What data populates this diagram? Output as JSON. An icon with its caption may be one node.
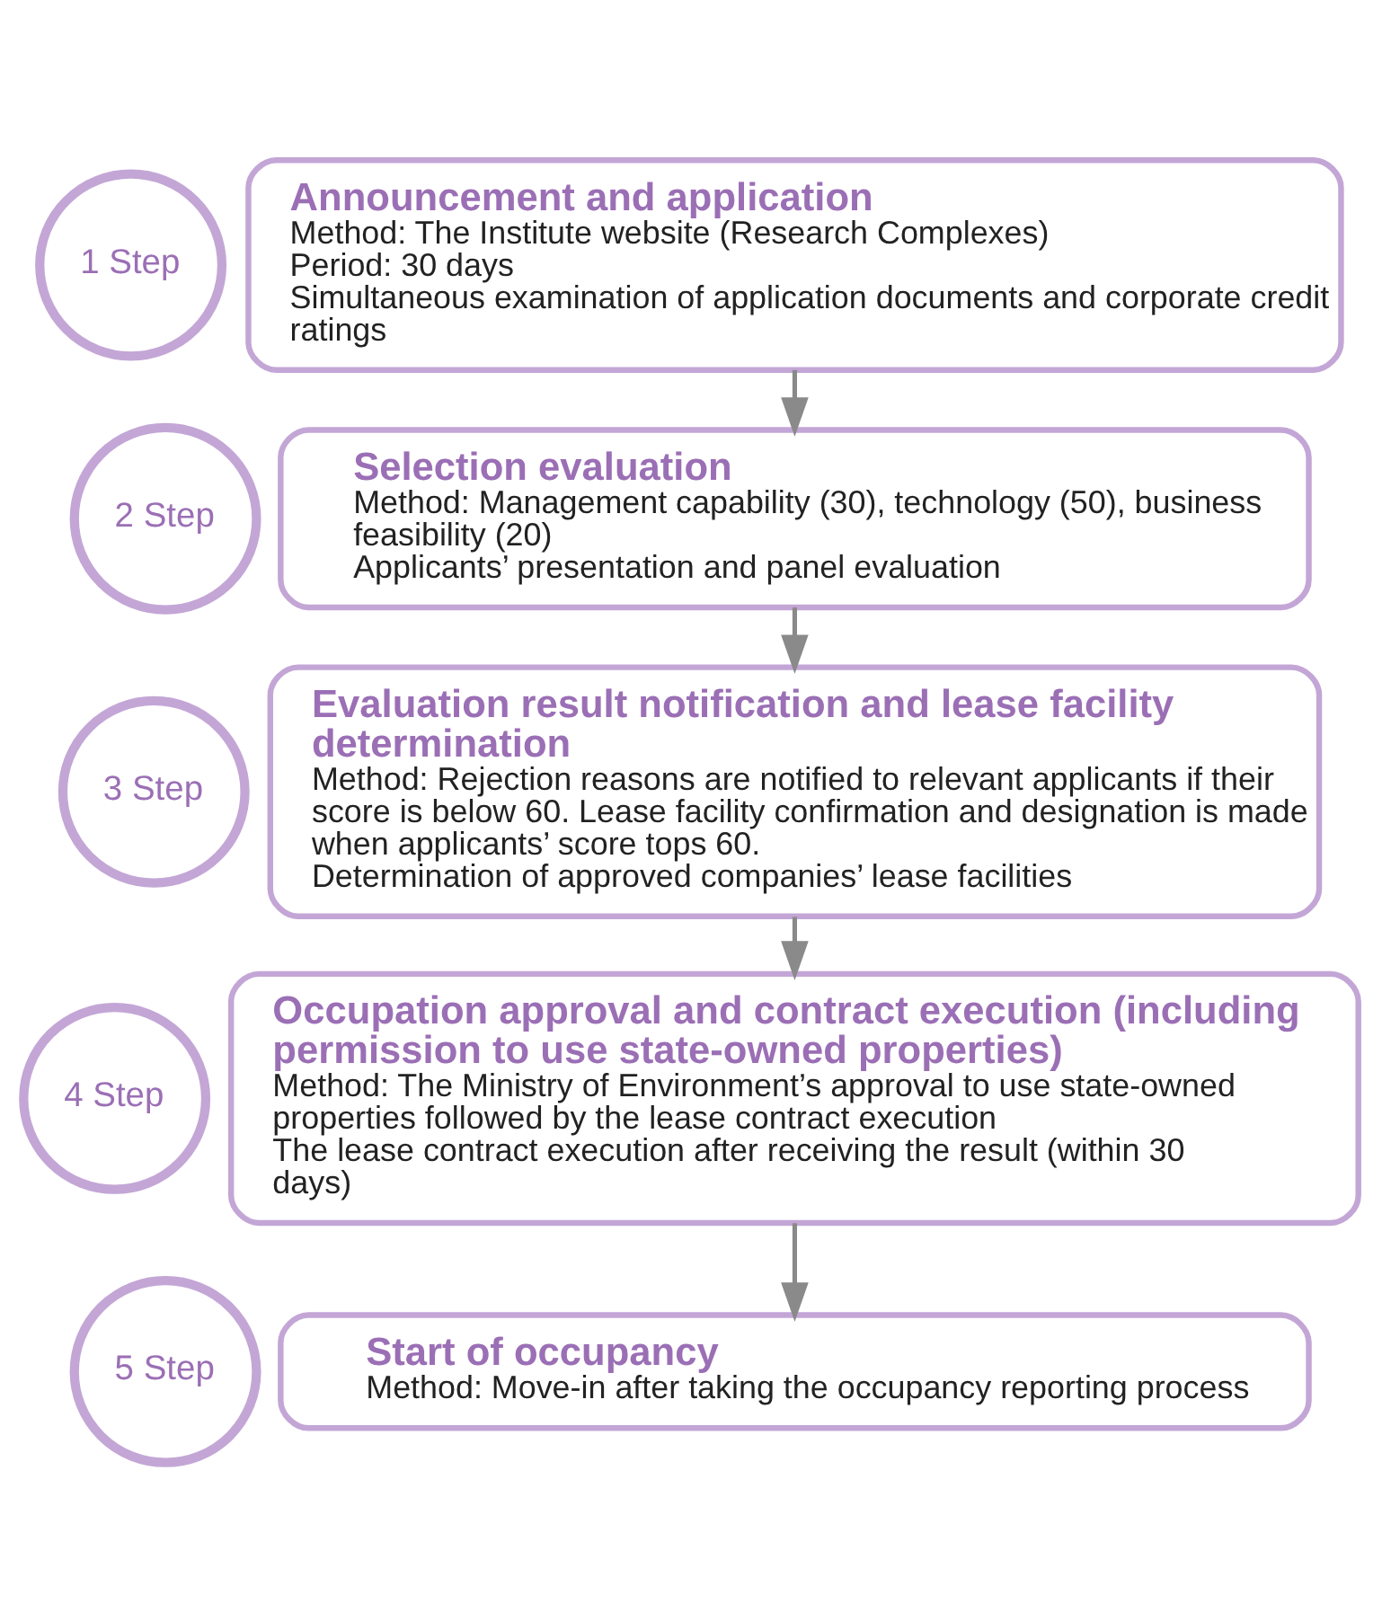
{
  "diagram": {
    "nodes": [
      {
        "text": [
          "1 Step"
        ]
      },
      {
        "text": [
          "Announcement and application",
          "Method: The Institute website (Research Complexes)",
          "Period: 30 days",
          "Simultaneous examination of application documents and corporate credit ratings"
        ]
      },
      {
        "text": [
          "2 Step"
        ]
      },
      {
        "text": [
          "Selection evaluation",
          "Method: Management capability (30), technology (50), business feasibility (20)",
          "Applicants’ presentation and panel evaluation"
        ]
      },
      {
        "text": [
          "3 Step"
        ]
      },
      {
        "text": [
          "Evaluation result notification and lease facility determination",
          "Method: Rejection reasons are notified to relevant applicants if their score is below 60. Lease facility confirmation and designation is made when applicants’ score tops 60.",
          "Determination of approved companies’ lease facilities"
        ]
      },
      {
        "text": [
          "4 Step"
        ]
      },
      {
        "text": [
          "Occupation approval and contract execution (including permission to use state-owned properties)",
          "Method: The Ministry of Environment’s approval to use state-owned properties followed by the lease contract execution",
          "The lease contract execution after receiving the result (within 30 days)"
        ]
      },
      {
        "text": [
          "5 Step"
        ]
      },
      {
        "text": [
          "Start of occupancy",
          "Method: Move-in after taking the occupancy reporting process"
        ]
      }
    ],
    "edges": [
      {
        "from": 1,
        "to": 3,
        "arrow": "to"
      },
      {
        "from": 3,
        "to": 5,
        "arrow": "to"
      },
      {
        "from": 5,
        "to": 7,
        "arrow": "to"
      },
      {
        "from": 7,
        "to": 9,
        "arrow": "to"
      }
    ]
  }
}
